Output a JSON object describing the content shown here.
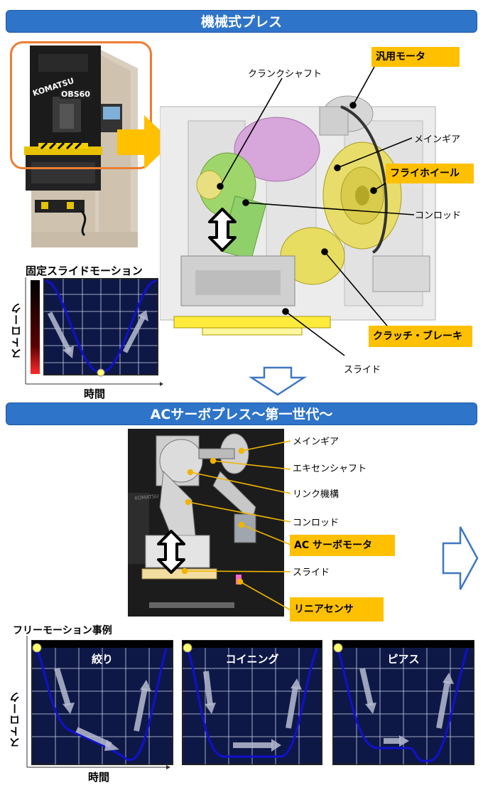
{
  "sections": {
    "mechanical_title": "機械式プレス",
    "servo_title": "ACサーボプレス～第一世代～"
  },
  "machine": {
    "brand": "KOMATSU",
    "model": "OBS60"
  },
  "mech_labels": {
    "crankshaft": "クランクシャフト",
    "motor": "汎用モータ",
    "main_gear": "メインギア",
    "flywheel": "フライホイール",
    "conrod": "コンロッド",
    "clutch_brake": "クラッチ・ブレーキ",
    "slide": "スライド"
  },
  "fixed_motion": {
    "title": "固定スライドモーション",
    "ylabel": "ストローク",
    "xlabel": "時間"
  },
  "servo_labels": {
    "main_gear": "メインギア",
    "eccentric_shaft": "エキセンシャフト",
    "link": "リンク機構",
    "conrod": "コンロッド",
    "servo_motor": "AC サーボモータ",
    "slide": "スライド",
    "linear_sensor": "リニアセンサ",
    "machine_brand": "KOMATSU"
  },
  "free_motion": {
    "title": "フリーモーション事例",
    "ylabel": "ストローク",
    "xlabel": "時間",
    "panels": [
      "絞り",
      "コイニング",
      "ピアス"
    ]
  },
  "colors": {
    "banner": "#2e74c9",
    "callout": "#ffc000",
    "plot_bg": "#0e1846",
    "curve": "#1010d0",
    "arrow_outline": "#3f77c2",
    "orange_frame": "#ed7d31"
  }
}
